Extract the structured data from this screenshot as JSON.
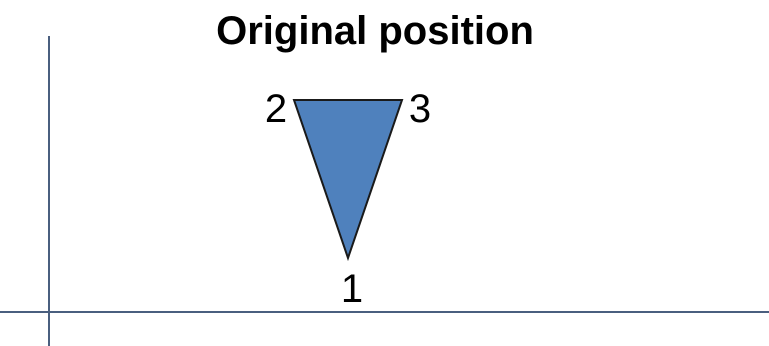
{
  "title": "Original position",
  "vertices": [
    {
      "label": "1"
    },
    {
      "label": "2"
    },
    {
      "label": "3"
    }
  ],
  "colors": {
    "triangle_fill": "#4f81bd",
    "triangle_stroke": "#1a1a1a",
    "axis": "#4a5f7f"
  }
}
